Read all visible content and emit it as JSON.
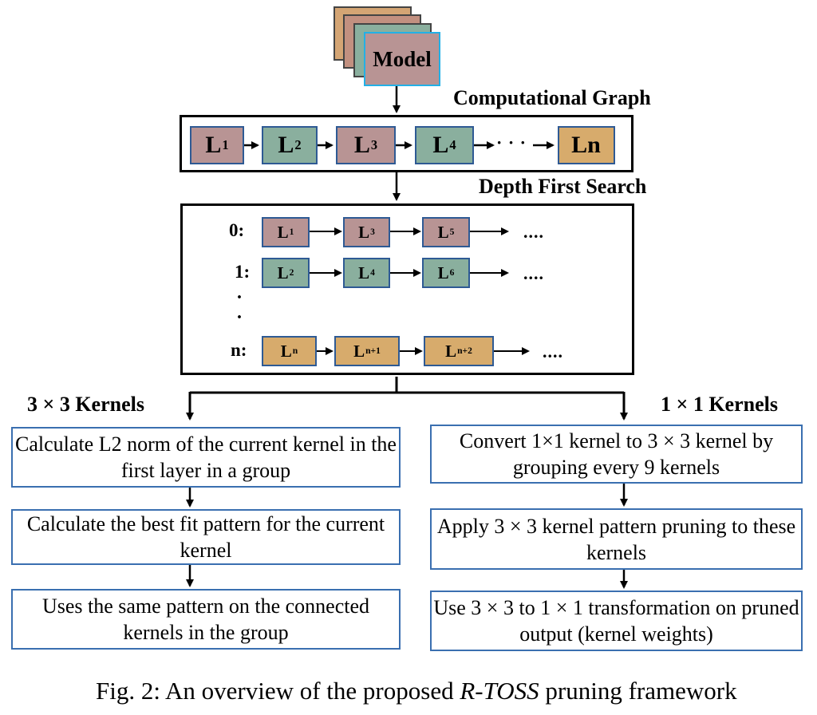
{
  "model": {
    "label": "Model"
  },
  "section_labels": {
    "computational_graph": "Computational Graph",
    "dfs": "Depth First Search",
    "k3": "3 × 3 Kernels",
    "k1": "1 × 1 Kernels"
  },
  "graph": [
    {
      "base": "L",
      "sub": "1"
    },
    {
      "base": "L",
      "sub": "2"
    },
    {
      "base": "L",
      "sub": "3"
    },
    {
      "base": "L",
      "sub": "4"
    },
    {
      "base": "Ln",
      "sub": ""
    }
  ],
  "graph_dots": "· · ·",
  "dfs_rows": [
    {
      "label": "0:",
      "nodes": [
        {
          "base": "L",
          "sub": "1"
        },
        {
          "base": "L",
          "sub": "3"
        },
        {
          "base": "L",
          "sub": "5"
        }
      ],
      "dots": "...."
    },
    {
      "label": "1:",
      "nodes": [
        {
          "base": "L",
          "sub": "2"
        },
        {
          "base": "L",
          "sub": "4"
        },
        {
          "base": "L",
          "sub": "6"
        }
      ],
      "dots": "...."
    },
    {
      "label": "n:",
      "nodes": [
        {
          "base": "L",
          "sub": "n"
        },
        {
          "base": "L",
          "sub": "n+1"
        },
        {
          "base": "L",
          "sub": "n+2"
        }
      ],
      "dots": "...."
    }
  ],
  "dfs_vdots": [
    "·",
    "·"
  ],
  "left_steps": [
    "Calculate L2 norm of the current kernel in the first layer in a group",
    "Calculate the best fit pattern for the current kernel",
    "Uses the same pattern on the connected kernels in the group"
  ],
  "right_steps": [
    "Convert 1×1 kernel to 3 × 3 kernel by grouping every 9 kernels",
    "Apply 3 × 3 kernel pattern pruning to these kernels",
    "Use 3 × 3 to 1 × 1 transformation on pruned output (kernel weights)"
  ],
  "caption": {
    "prefix": "Fig. 2: An overview of the proposed ",
    "italic": "R-TOSS",
    "suffix": " pruning framework"
  },
  "colors": {
    "mauve": "#b89494",
    "teal": "#8aaf9e",
    "tan": "#d7ab6c",
    "node_border": "#2e5a94",
    "step_border": "#3a6fb0",
    "model_border": "#22b0e6"
  }
}
